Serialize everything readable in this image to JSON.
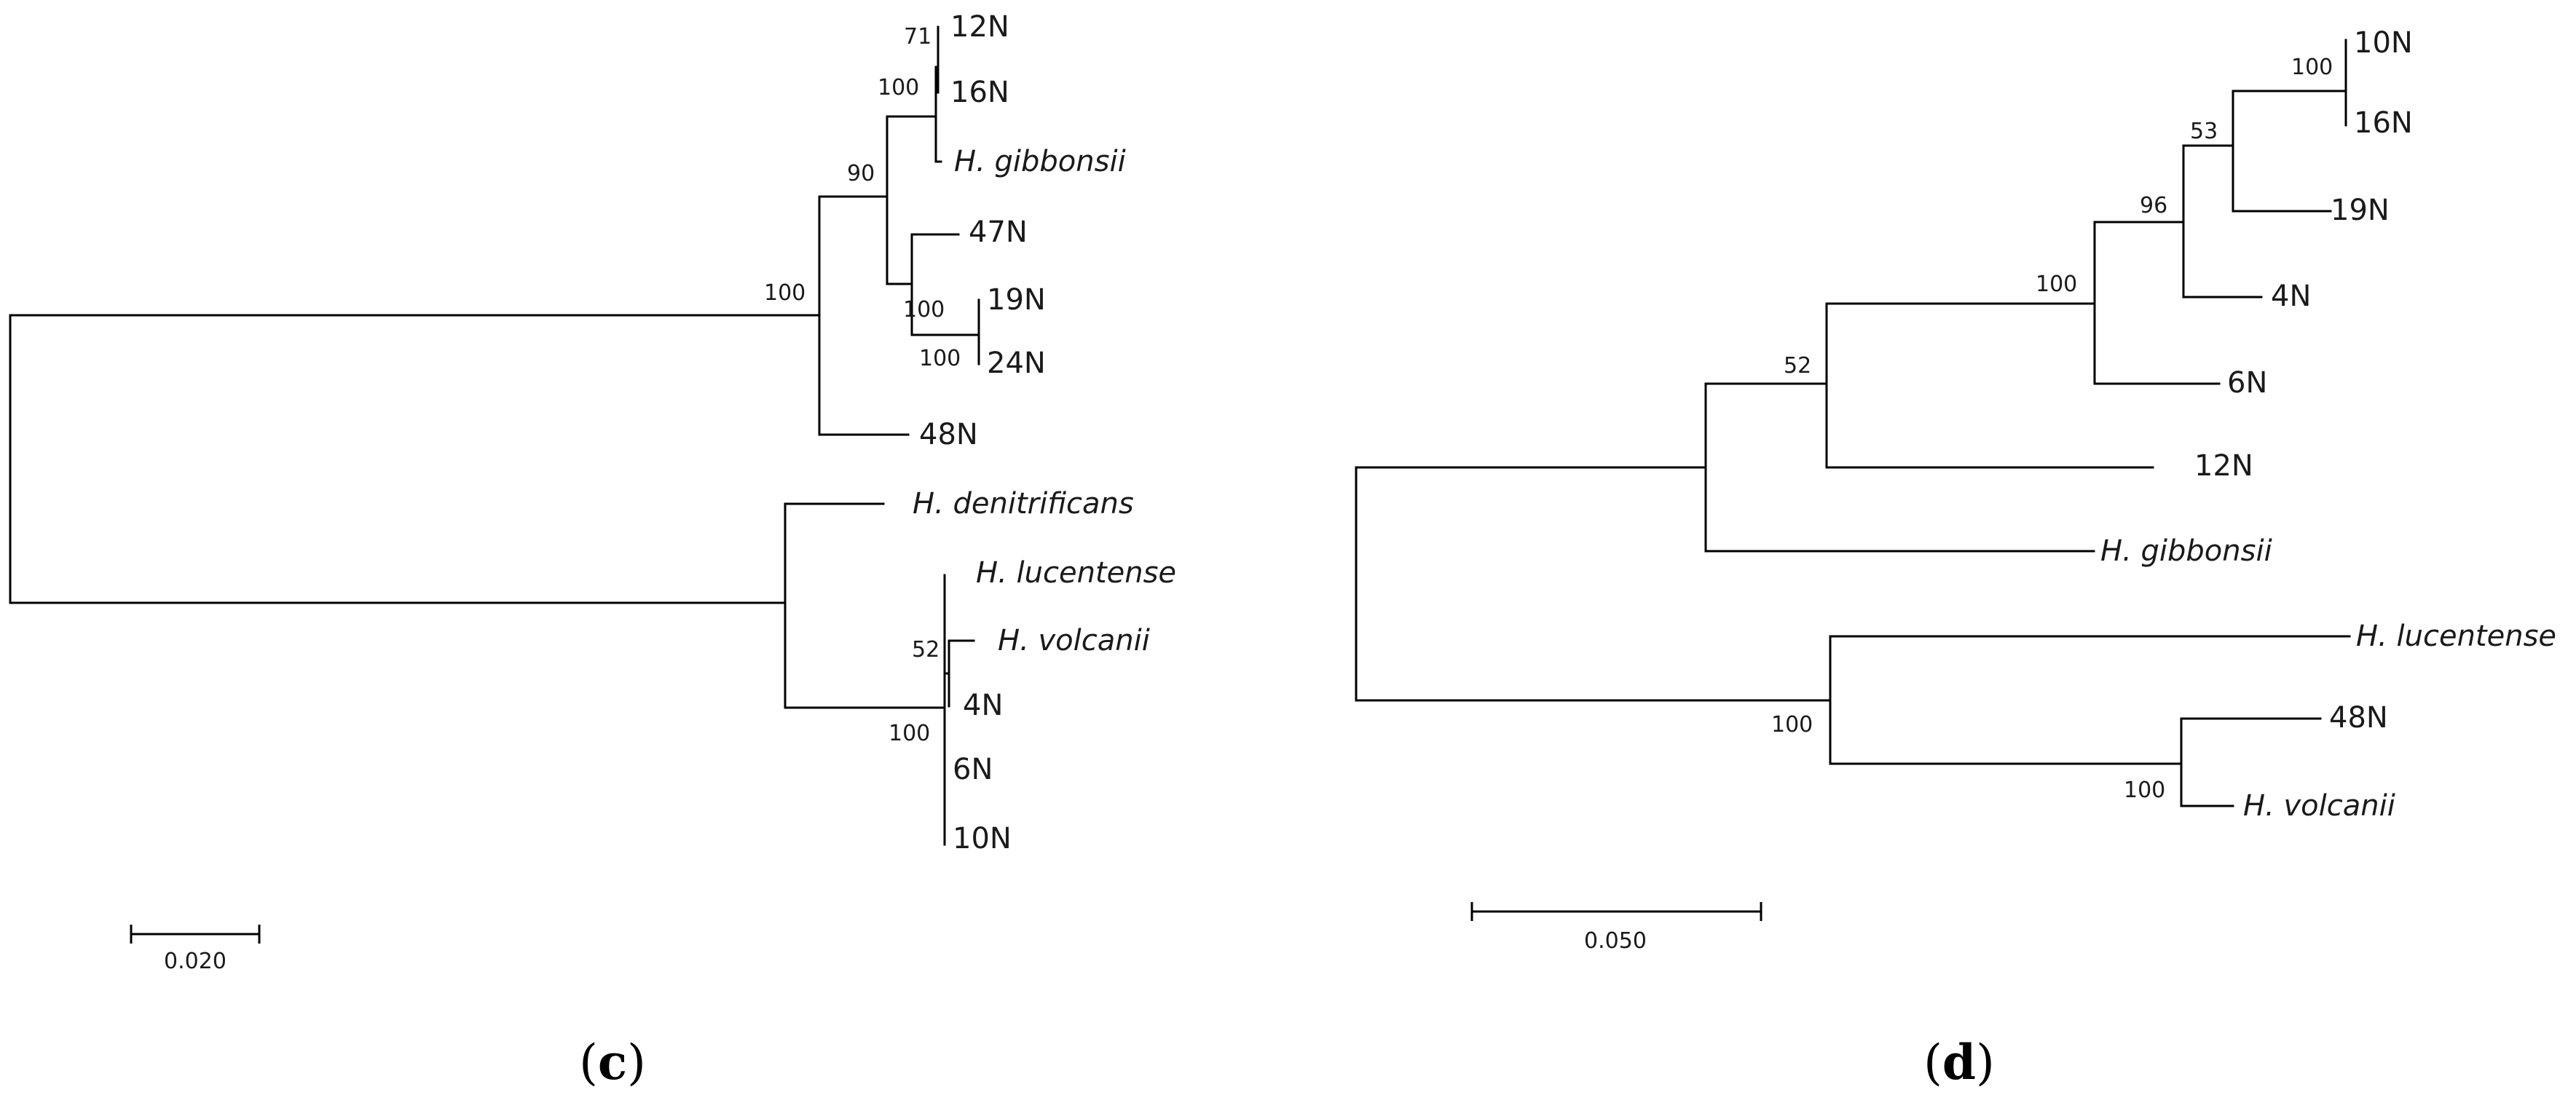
{
  "panels": [
    {
      "id": "c",
      "caption": {
        "open": "(",
        "letter": "c",
        "close": ")"
      },
      "scale_bar": "0.020",
      "leaves": [
        {
          "label": "12N",
          "italic": false
        },
        {
          "label": "16N",
          "italic": false
        },
        {
          "label": "H. gibbonsii",
          "italic": true
        },
        {
          "label": "47N",
          "italic": false
        },
        {
          "label": "19N",
          "italic": false
        },
        {
          "label": "24N",
          "italic": false
        },
        {
          "label": "48N",
          "italic": false
        },
        {
          "label": "H. denitrificans",
          "italic": true
        },
        {
          "label": "H. lucentense",
          "italic": true
        },
        {
          "label": "H. volcanii",
          "italic": true
        },
        {
          "label": "4N",
          "italic": false
        },
        {
          "label": "6N",
          "italic": false
        },
        {
          "label": "10N",
          "italic": false
        }
      ],
      "bootstrap": [
        "71",
        "100",
        "90",
        "100",
        "100",
        "100",
        "52",
        "100"
      ]
    },
    {
      "id": "d",
      "caption": {
        "open": "(",
        "letter": "d",
        "close": ")"
      },
      "scale_bar": "0.050",
      "leaves": [
        {
          "label": "10N",
          "italic": false
        },
        {
          "label": "16N",
          "italic": false
        },
        {
          "label": "19N",
          "italic": false
        },
        {
          "label": "4N",
          "italic": false
        },
        {
          "label": "6N",
          "italic": false
        },
        {
          "label": "12N",
          "italic": false
        },
        {
          "label": "H. gibbonsii",
          "italic": true
        },
        {
          "label": "H. lucentense",
          "italic": true
        },
        {
          "label": "48N",
          "italic": false
        },
        {
          "label": "H. volcanii",
          "italic": true
        }
      ],
      "bootstrap": [
        "100",
        "53",
        "96",
        "100",
        "52",
        "100",
        "100"
      ]
    }
  ]
}
